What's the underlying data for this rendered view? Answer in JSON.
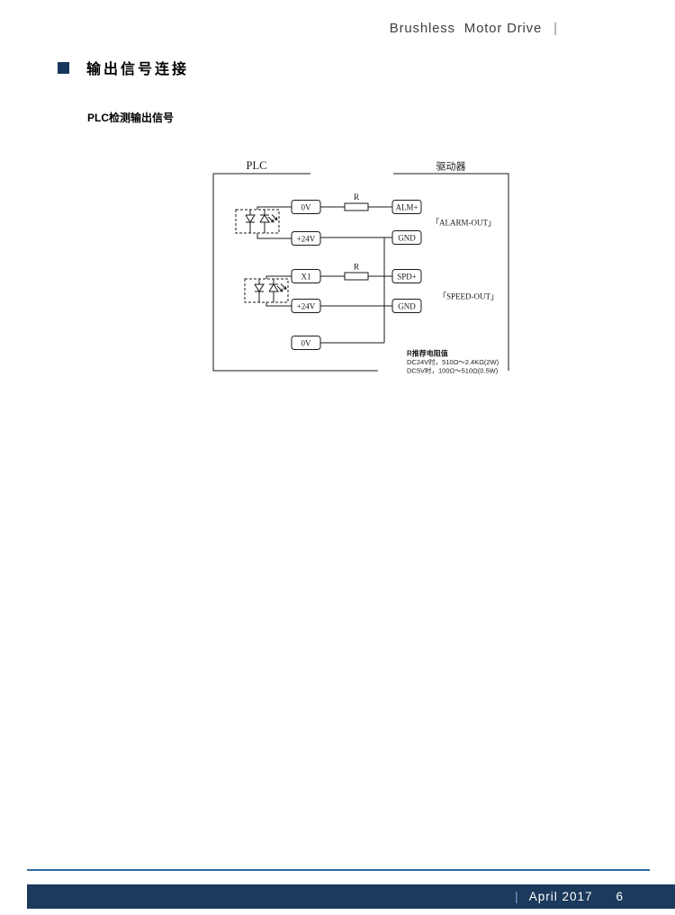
{
  "colors": {
    "accent_navy": "#17365d",
    "footer_bar": "#1b3a5c",
    "footer_thin_line": "#2e6da4",
    "header_text": "#3f3f3f",
    "diagram_stroke": "#1a1a1a"
  },
  "header": {
    "title": "Brushless  Motor Drive",
    "divider": "|"
  },
  "section": {
    "title": "输出信号连接"
  },
  "subtitle": "PLC检测输出信号",
  "diagram": {
    "plc_label": "PLC",
    "driver_label": "驱动器",
    "plc_terminals": [
      "0V",
      "+24V",
      "X1",
      "+24V",
      "0V"
    ],
    "driver_terminals": [
      "ALM+",
      "GND",
      "SPD+",
      "GND"
    ],
    "resistor_label": "R",
    "output_labels": {
      "alarm": "「ALARM-OUT」",
      "speed": "「SPEED-OUT」"
    },
    "note": {
      "title": "R推荐电阻值",
      "line1": "DC24V时，510Ω～2.4KΩ(2W)",
      "line2": "DC5V时，100Ω～510Ω(0.5W)"
    }
  },
  "footer": {
    "divider": "|",
    "date": "April 2017",
    "page_number": "6"
  }
}
